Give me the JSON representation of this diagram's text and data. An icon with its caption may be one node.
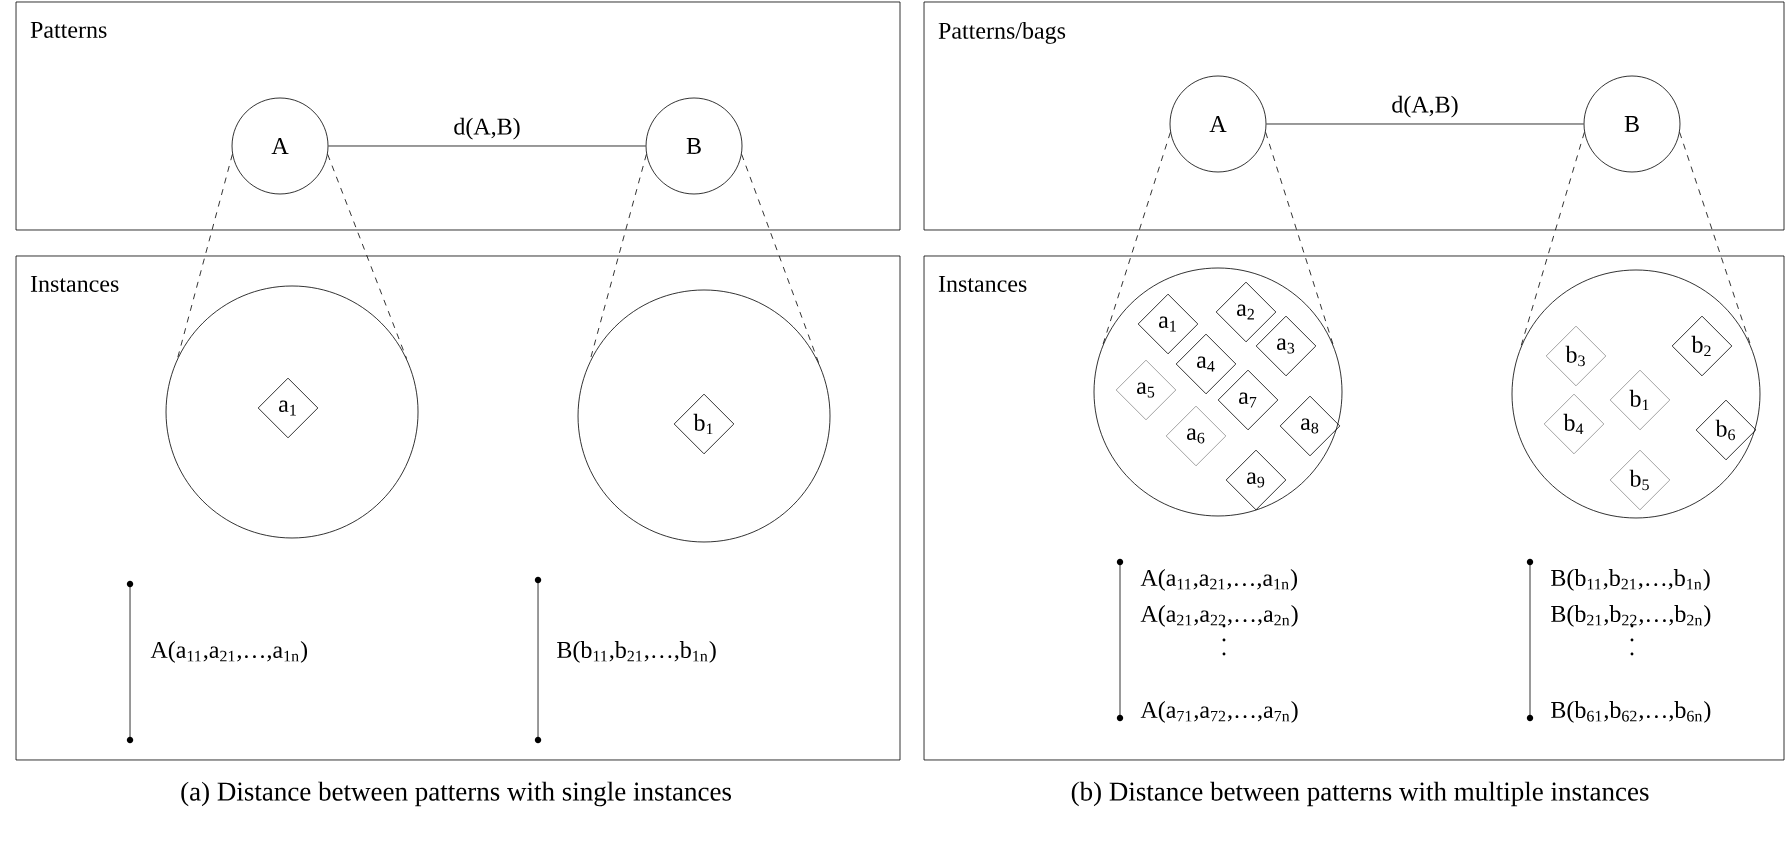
{
  "diagram": {
    "nodes": [
      {
        "text": [
          "Patterns"
        ]
      },
      {
        "text": [
          "A"
        ],
        "in": 0
      },
      {
        "text": [
          "B"
        ],
        "in": 0
      },
      {
        "text": [
          "Instances"
        ]
      },
      {
        "text": [],
        "shape": "circle",
        "in": 3
      },
      {
        "text": [
          "a$_{1}$"
        ],
        "in": 4
      },
      {
        "text": [],
        "shape": "circle",
        "in": 3
      },
      {
        "text": [
          "b$_{1}$"
        ],
        "in": 6
      },
      {
        "text": [
          "Patterns/bags"
        ]
      },
      {
        "text": [
          "A"
        ],
        "in": 8
      },
      {
        "text": [
          "B"
        ],
        "in": 8
      },
      {
        "text": [
          "Instances"
        ]
      },
      {
        "text": [],
        "shape": "circle",
        "in": 11
      },
      {
        "text": [
          "a$_{1}$"
        ],
        "in": 12
      },
      {
        "text": [
          "a$_{2}$"
        ],
        "in": 12
      },
      {
        "text": [
          "a$_{3}$"
        ],
        "in": 12
      },
      {
        "text": [
          "a$_{4}$"
        ],
        "in": 12
      },
      {
        "text": [
          "a$_{5}$"
        ],
        "in": 12
      },
      {
        "text": [
          "a$_{6}$"
        ],
        "in": 12
      },
      {
        "text": [
          "a$_{7}$"
        ],
        "in": 12
      },
      {
        "text": [
          "a$_{8}$"
        ],
        "in": 12
      },
      {
        "text": [
          "a$_{9}$"
        ],
        "in": 12
      },
      {
        "text": [],
        "shape": "circle",
        "in": 11
      },
      {
        "text": [
          "b$_{1}$"
        ],
        "in": 22
      },
      {
        "text": [
          "b$_{2}$"
        ],
        "in": 22
      },
      {
        "text": [
          "b$_{3}$"
        ],
        "in": 22
      },
      {
        "text": [
          "b$_{4}$"
        ],
        "in": 22
      },
      {
        "text": [
          "b$_{5}$"
        ],
        "in": 22
      },
      {
        "text": [
          "b$_{6}$"
        ],
        "in": 22
      }
    ],
    "edges": [
      {
        "from": 1,
        "to": 2,
        "arrow": "none",
        "label": "d(A,B)"
      },
      {
        "from": 1,
        "to": 4,
        "arrow": "none",
        "style": "dashed"
      },
      {
        "from": 1,
        "to": 4,
        "arrow": "none",
        "style": "dashed"
      },
      {
        "from": 2,
        "to": 6,
        "arrow": "none",
        "style": "dashed"
      },
      {
        "from": 2,
        "to": 6,
        "arrow": "none",
        "style": "dashed"
      },
      {
        "from": 9,
        "to": 10,
        "arrow": "none",
        "label": "d(A,B)"
      },
      {
        "from": 9,
        "to": 12,
        "arrow": "none",
        "style": "dashed"
      },
      {
        "from": 9,
        "to": 12,
        "arrow": "none",
        "style": "dashed"
      },
      {
        "from": 10,
        "to": 22,
        "arrow": "none",
        "style": "dashed"
      },
      {
        "from": 10,
        "to": 22,
        "arrow": "none",
        "style": "dashed"
      }
    ],
    "labels": [
      "A(a$_{11}$,a$_{21}$,…,a$_{1n}$)",
      "B(b$_{11}$,b$_{21}$,…,b$_{1n}$)",
      "A(a$_{11}$,a$_{21}$,…,a$_{1n}$)",
      "B(b$_{11}$,b$_{21}$,…,b$_{1n}$)",
      "A(a$_{21}$,a$_{22}$,…,a$_{2n}$)",
      "B(b$_{21}$,b$_{22}$,…,b$_{2n}$)",
      "A(a$_{71}$,a$_{72}$,…,a$_{7n}$)",
      "B(b$_{61}$,b$_{62}$,…,b$_{6n}$)",
      "(a)  Distance between patterns with single instances",
      "(b)  Distance between patterns with multiple instances"
    ]
  }
}
